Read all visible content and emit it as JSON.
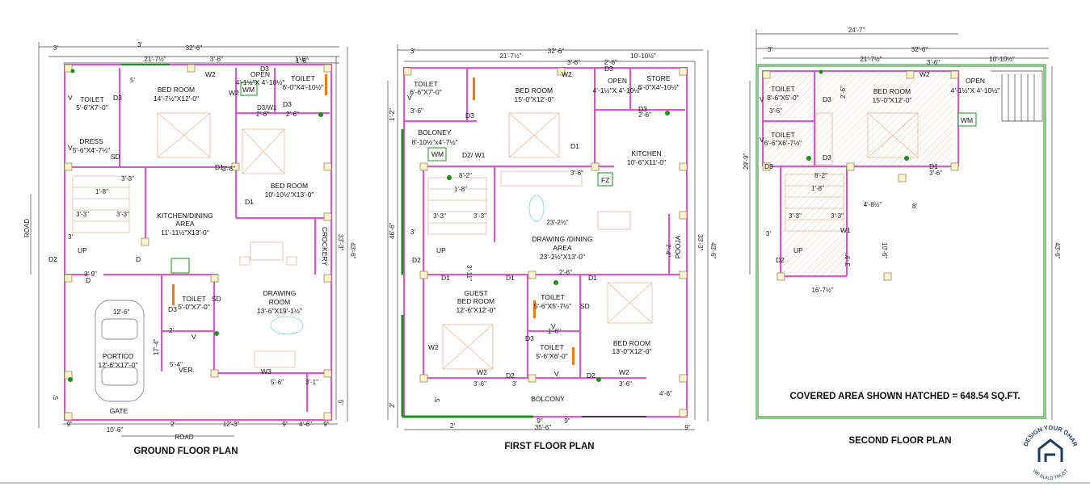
{
  "ground_floor": {
    "title": "GROUND FLOOR PLAN",
    "dims": {
      "top_overall": "32'-6\"",
      "left_offset": "3'",
      "top_green": "21'-7½\"",
      "top_wm": "3'-6\"",
      "top_wm2": "1'-6\"",
      "top_tb": "1'-6\"",
      "right_outer": "43'-6\"",
      "right_inner": "33'-3\"",
      "right_small": "5'",
      "left_small": "5'",
      "bottom_1": "10'-6\"",
      "bottom_2": "2'",
      "bottom_3": "12'-3\"",
      "bottom_4": "9\"",
      "bottom_5": "4'-6\"",
      "bottom_6": "9\"",
      "bottom_7": "9\"",
      "road_side": "ROAD",
      "road_bottom": "ROAD"
    },
    "rooms": {
      "toilet1": "TOILET",
      "toilet1_size": "5'-6\"X7'-0\"",
      "bedroom1": "BED ROOM",
      "bedroom1_size": "14'-7½\"X12'-0\"",
      "open": "OPEN",
      "open_size": "4'-1½\"X 4'-10½\"",
      "toilet2": "TOILET",
      "toilet2_size": "6'-0\"X4'-10½\"",
      "dress": "DRESS",
      "dress_size": "5'-6\"X4'-7½\"",
      "bedroom2": "BED ROOM",
      "bedroom2_size": "10'-10½\"X13'-0\"",
      "kitchen": "KITCHEN/DINING",
      "kitchen_area": "AREA",
      "kitchen_size": "11'-11½\"X13'-0\"",
      "crockery": "CROCKERY",
      "toilet3": "TOILET",
      "toilet3_size": "5'-0\"X7'-0\"",
      "drawing": "DRAWING",
      "drawing_room": "ROOM",
      "drawing_size": "13'-6\"X19'-1½\"",
      "portico": "PORTICO",
      "portico_size": "12'-6\"X17'-0\"",
      "gate": "GATE",
      "ver": "VER."
    },
    "marks": {
      "d3a": "D3",
      "d3b": "D3",
      "d3c": "D3",
      "d3d": "D3",
      "d1a": "D1",
      "d1b": "D1",
      "d2": "D2",
      "d": "D",
      "d_b": "D",
      "wm": "WM",
      "w2a": "W2",
      "w2b": "W2",
      "w3": "W3",
      "sd1": "SD",
      "sd2": "SD",
      "v1": "V",
      "v2": "V",
      "v3": "V",
      "up": "UP",
      "d3w1": "D3/W1",
      "dim_36a": "3'-6\"",
      "dim_36b": "3'-6\"",
      "dim_26a": "2'-6\"",
      "dim_26b": "2'-6\"",
      "dim_33a": "3'-3\"",
      "dim_33b": "3'-3\"",
      "dim_33c": "3'-3\"",
      "dim_18": "1'-8\"",
      "dim_126": "12'-6\"",
      "dim_39": "3'-9\"",
      "dim_174": "17'-4\"",
      "dim_56": "5'-6\"",
      "dim_31": "3'-1\"",
      "dim_54": "5'-4\"",
      "dim_3": "3'",
      "dim_3b": "3'",
      "dim_2": "2'",
      "dim_16": "1'-6\"",
      "dim_5": "5'"
    }
  },
  "first_floor": {
    "title": "FIRST FLOOR PLAN",
    "dims": {
      "top_overall": "32'-6\"",
      "left_offset": "3'",
      "top_a": "21'-7½\"",
      "top_b": "3'-6\"",
      "top_c": "10'-10½\"",
      "top_d": "2'-6\"",
      "right_outer": "43'-6\"",
      "right_inner": "33'-3\"",
      "left_a": "46'-6\"",
      "left_b": "1'-2\"",
      "left_c": "2'",
      "bottom_a": "35'-6\"",
      "bottom_b": "9\"",
      "bottom_c": "9\"",
      "bottom_d": "2'",
      "bottom_e": "9\""
    },
    "rooms": {
      "toilet1": "TOILET",
      "toilet1_size": "6'-6\"X7'-0\"",
      "bedroom1": "BED ROOM",
      "bedroom1_size": "15'-0\"X12'-0\"",
      "open": "OPEN",
      "open_size": "4'-1½\"X 4'-10½\"",
      "store": "STORE",
      "store_size": "6'-0\"X4'-10½\"",
      "boloney": "BOLONEY",
      "boloney_size": "8'-10½\"x4'-7½\"",
      "kitchen": "KITCHEN",
      "kitchen_size": "10'-6\"X11'-0\"",
      "drawing": "DRAWING /DINING",
      "drawing_area": "AREA",
      "drawing_size": "23'-2½\"X13'-0\"",
      "pooja": "POOJA",
      "guest": "GUEST",
      "guest_bed": "BED ROOM",
      "guest_size": "12'-6\"X12'-0\"",
      "toilet2": "TOILET",
      "toilet2_size": "5'-6\"X5'-7½\"",
      "toilet3": "TOILET",
      "toilet3_size": "5'-6\"X6'-0\"",
      "bedroom2": "BED ROOM",
      "bedroom2_size": "13'-0\"X12'-0\"",
      "bolcony": "BOLCONY"
    },
    "marks": {
      "wm": "WM",
      "fz": "FZ",
      "w2a": "W2",
      "w2b": "W2",
      "w2c": "W2",
      "w2d": "W2",
      "d3a": "D3",
      "d3b": "D3",
      "d3c": "D3",
      "d3d": "D3",
      "d1a": "D1",
      "d1b": "D1",
      "d1c": "D1",
      "d1d": "D1",
      "d2a": "D2",
      "d2b": "D2",
      "d2c": "D2",
      "sd": "SD",
      "v1": "V",
      "v2": "V",
      "v3": "V",
      "up": "UP",
      "d2w1": "D2/ W1",
      "dim_23": "23'-2½\"",
      "dim_82": "8'-2\"",
      "dim_18": "1'-8\"",
      "dim_33a": "3'-3\"",
      "dim_33b": "3'-3\"",
      "dim_36a": "3'-6\"",
      "dim_36b": "3'-6\"",
      "dim_36c": "3'-6\"",
      "dim_36d": "3'-6\"",
      "dim_26a": "2'-6\"",
      "dim_26b": "2'-6\"",
      "dim_46": "4'-6\"",
      "dim_311": "3'-11\"",
      "dim_74": "7'-4\"",
      "dim_3a": "3'",
      "dim_3b": "3'",
      "dim_16": "1'-6\"",
      "dim_5": "5'"
    }
  },
  "second_floor": {
    "title": "SECOND FLOOR PLAN",
    "dims": {
      "top_overall2": "24'-7\"",
      "top_overall": "32'-6\"",
      "left_offset": "3'",
      "top_a": "21'-7½\"",
      "top_b": "3'-6\"",
      "top_c": "10'-10½\"",
      "right_outer": "43'-6\"",
      "left_a": "29'-9\"",
      "dim_167": "16'-7½\"",
      "dim_106": "10'-6\"",
      "dim_48": "4'-8½\"",
      "dim_8": "8'"
    },
    "rooms": {
      "toilet1": "TOILET",
      "toilet1_size": "8'-6\"X5'-0\"",
      "toilet2": "TOILET",
      "toilet2_size": "6'-6\"X6'-7½\"",
      "bedroom": "BED ROOM",
      "bedroom_size": "15'-0\"X12'-0\"",
      "open": "OPEN",
      "open_size": "4'-1½\"X 4'-10½\""
    },
    "marks": {
      "wm": "WM",
      "w2": "W2",
      "w1": "W1",
      "d3a": "D3",
      "d3b": "D3",
      "d3c": "D3",
      "d1": "D1",
      "d2": "D2",
      "v1": "V",
      "v2": "V",
      "up": "UP",
      "dim_82": "8'-2\"",
      "dim_18": "1'-8\"",
      "dim_33a": "3'-3\"",
      "dim_33b": "3'-3\"",
      "dim_36a": "3'-6\"",
      "dim_36b": "3'-6\"",
      "dim_26": "2'-6\"",
      "dim_3": "3'",
      "dim_39": "3'-9\""
    },
    "note": "COVERED AREA SHOWN HATCHED = 648.54 SQ.FT."
  },
  "logo": {
    "top_text": "DESIGN YOUR GHAR",
    "bottom_text": "WE BUILD TRUST",
    "color": "#1f3a5f"
  },
  "colors": {
    "wall": "#e64fd6",
    "green": "#1a8f1a",
    "orange": "#f07a10",
    "furniture": "#e8b99a",
    "dim_line": "#444444"
  }
}
